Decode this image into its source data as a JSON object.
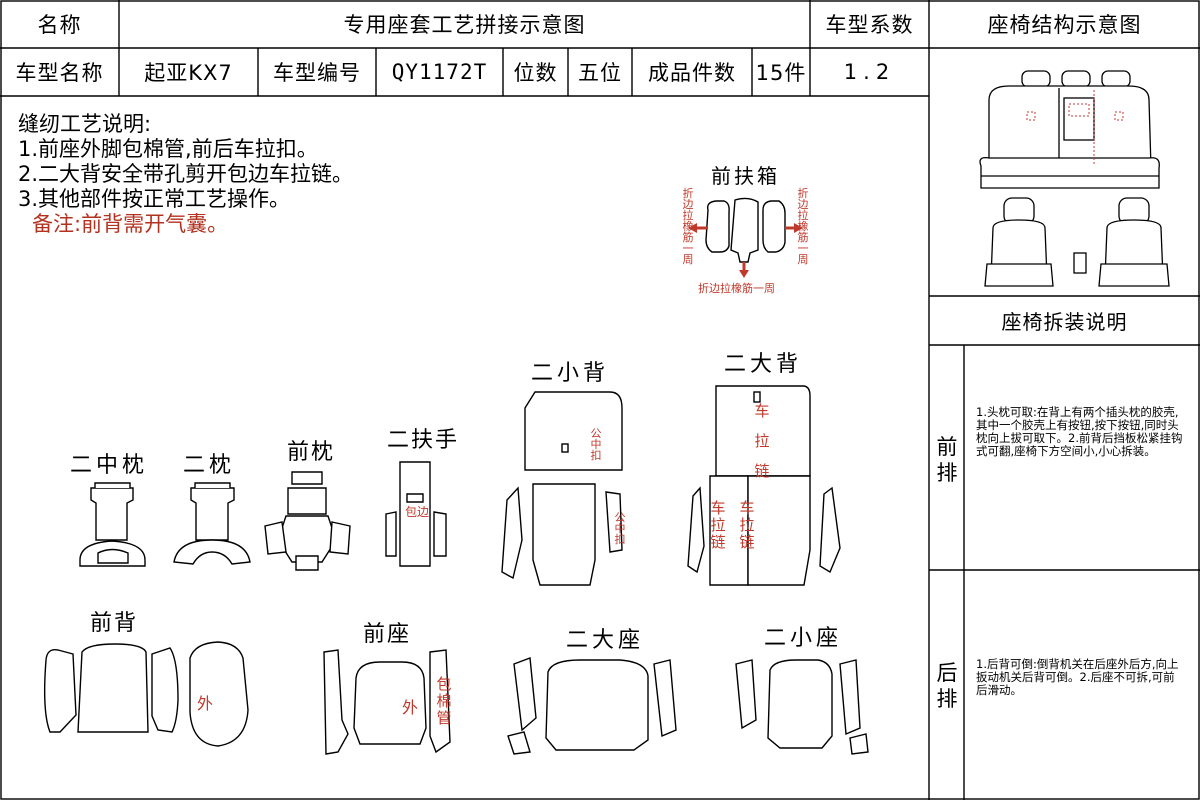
{
  "header": {
    "name_label": "名称",
    "title": "专用座套工艺拼接示意图",
    "coef_label": "车型系数",
    "struct_title": "座椅结构示意图"
  },
  "info": {
    "model_label": "车型名称",
    "model_value": "起亚KX7",
    "code_label": "车型编号",
    "code_value": "QY1172T",
    "seats_label": "位数",
    "seats_value": "五位",
    "pieces_label": "成品件数",
    "pieces_value": "15件",
    "coef_value": "1.2"
  },
  "notes": {
    "heading": "缝纫工艺说明:",
    "items": [
      "1.前座外脚包棉管,前后车拉扣。",
      "2.二大背安全带孔剪开包边车拉链。",
      "3.其他部件按正常工艺操作。"
    ],
    "remark": "备注:前背需开气囊。"
  },
  "parts": {
    "front_armrest_box": "前扶箱",
    "fold_left": "折边拉橡筋一周",
    "fold_right": "折边拉橡筋一周",
    "fold_bottom": "折边拉橡筋一周",
    "second_small_back": "二小背",
    "second_big_back": "二大背",
    "second_mid_pillow": "二中枕",
    "second_pillow": "二枕",
    "front_pillow": "前枕",
    "second_armrest": "二扶手",
    "wrap_edge": "包边",
    "buckle_1": "公中扣",
    "buckle_2": "公中扣",
    "zipper_top": "车拉链",
    "zipper_left": "车拉链",
    "zipper_right": "车拉链",
    "front_back": "前背",
    "front_seat": "前座",
    "second_big_seat": "二大座",
    "second_small_seat": "二小座",
    "outer_1": "外",
    "outer_2": "外",
    "cotton_tube": "包棉管"
  },
  "disassembly": {
    "title": "座椅拆装说明",
    "front_label": "前排",
    "front_text": "1.头枕可取:在背上有两个插头枕的胶壳,其中一个胶壳上有按钮,按下按钮,同时头枕向上拔可取下。2.前背后挡板松紧挂钩式可翻,座椅下方空间小,小心拆装。",
    "rear_label": "后排",
    "rear_text": "1.后背可倒:倒背机关在后座外后方,向上扳动机关后背可倒。2.后座不可拆,可前后滑动。"
  },
  "colors": {
    "red_annotation": "#c0392b",
    "remark": "#b3311f"
  }
}
